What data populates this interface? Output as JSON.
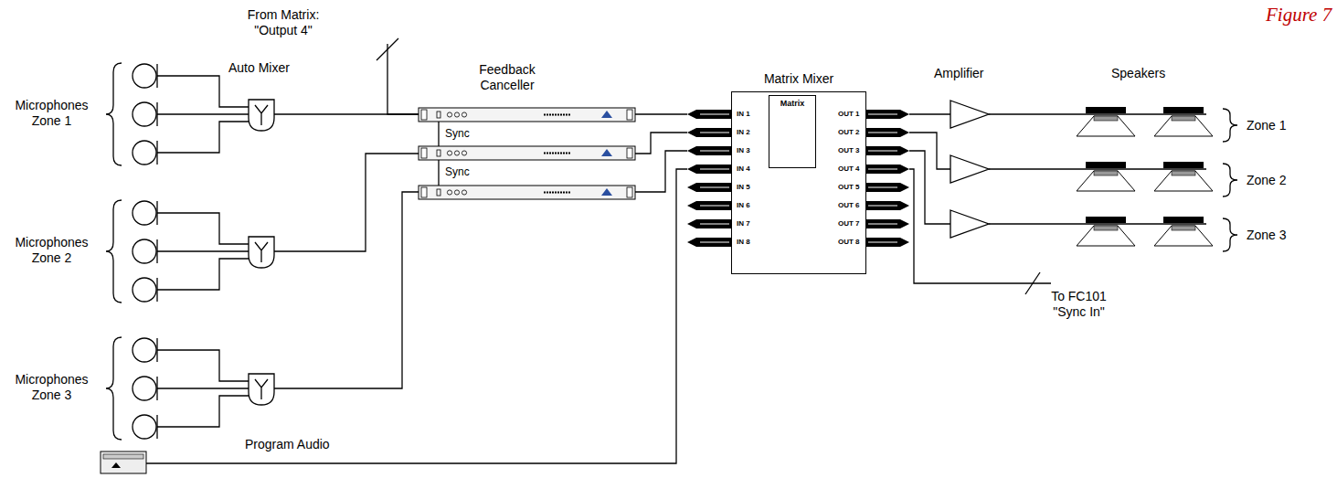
{
  "diagram": {
    "nodes": [
      {
        "text": [
          "Matrix Mixer"
        ]
      },
      {
        "text": [
          "Matrix"
        ],
        "in": 0
      }
    ],
    "labels": [
      "Figure 7",
      "From Matrix: \"Output 4\"",
      "Microphones Zone 1",
      "Auto Mixer",
      "Feedback Canceller",
      "Sync",
      "Sync",
      "Microphones Zone 2",
      "Microphones Zone 3",
      "IN 1",
      "IN 2",
      "IN 3",
      "IN 4",
      "IN 5",
      "IN 6",
      "IN 7",
      "IN 8",
      "OUT 1",
      "OUT 2",
      "OUT 3",
      "OUT 4",
      "OUT 5",
      "OUT 6",
      "OUT 7",
      "OUT 8",
      "Amplifier",
      "Speakers",
      "Zone 1",
      "Zone 2",
      "Zone 3",
      "To FC101 \"Sync In\"",
      "Program Audio"
    ]
  }
}
